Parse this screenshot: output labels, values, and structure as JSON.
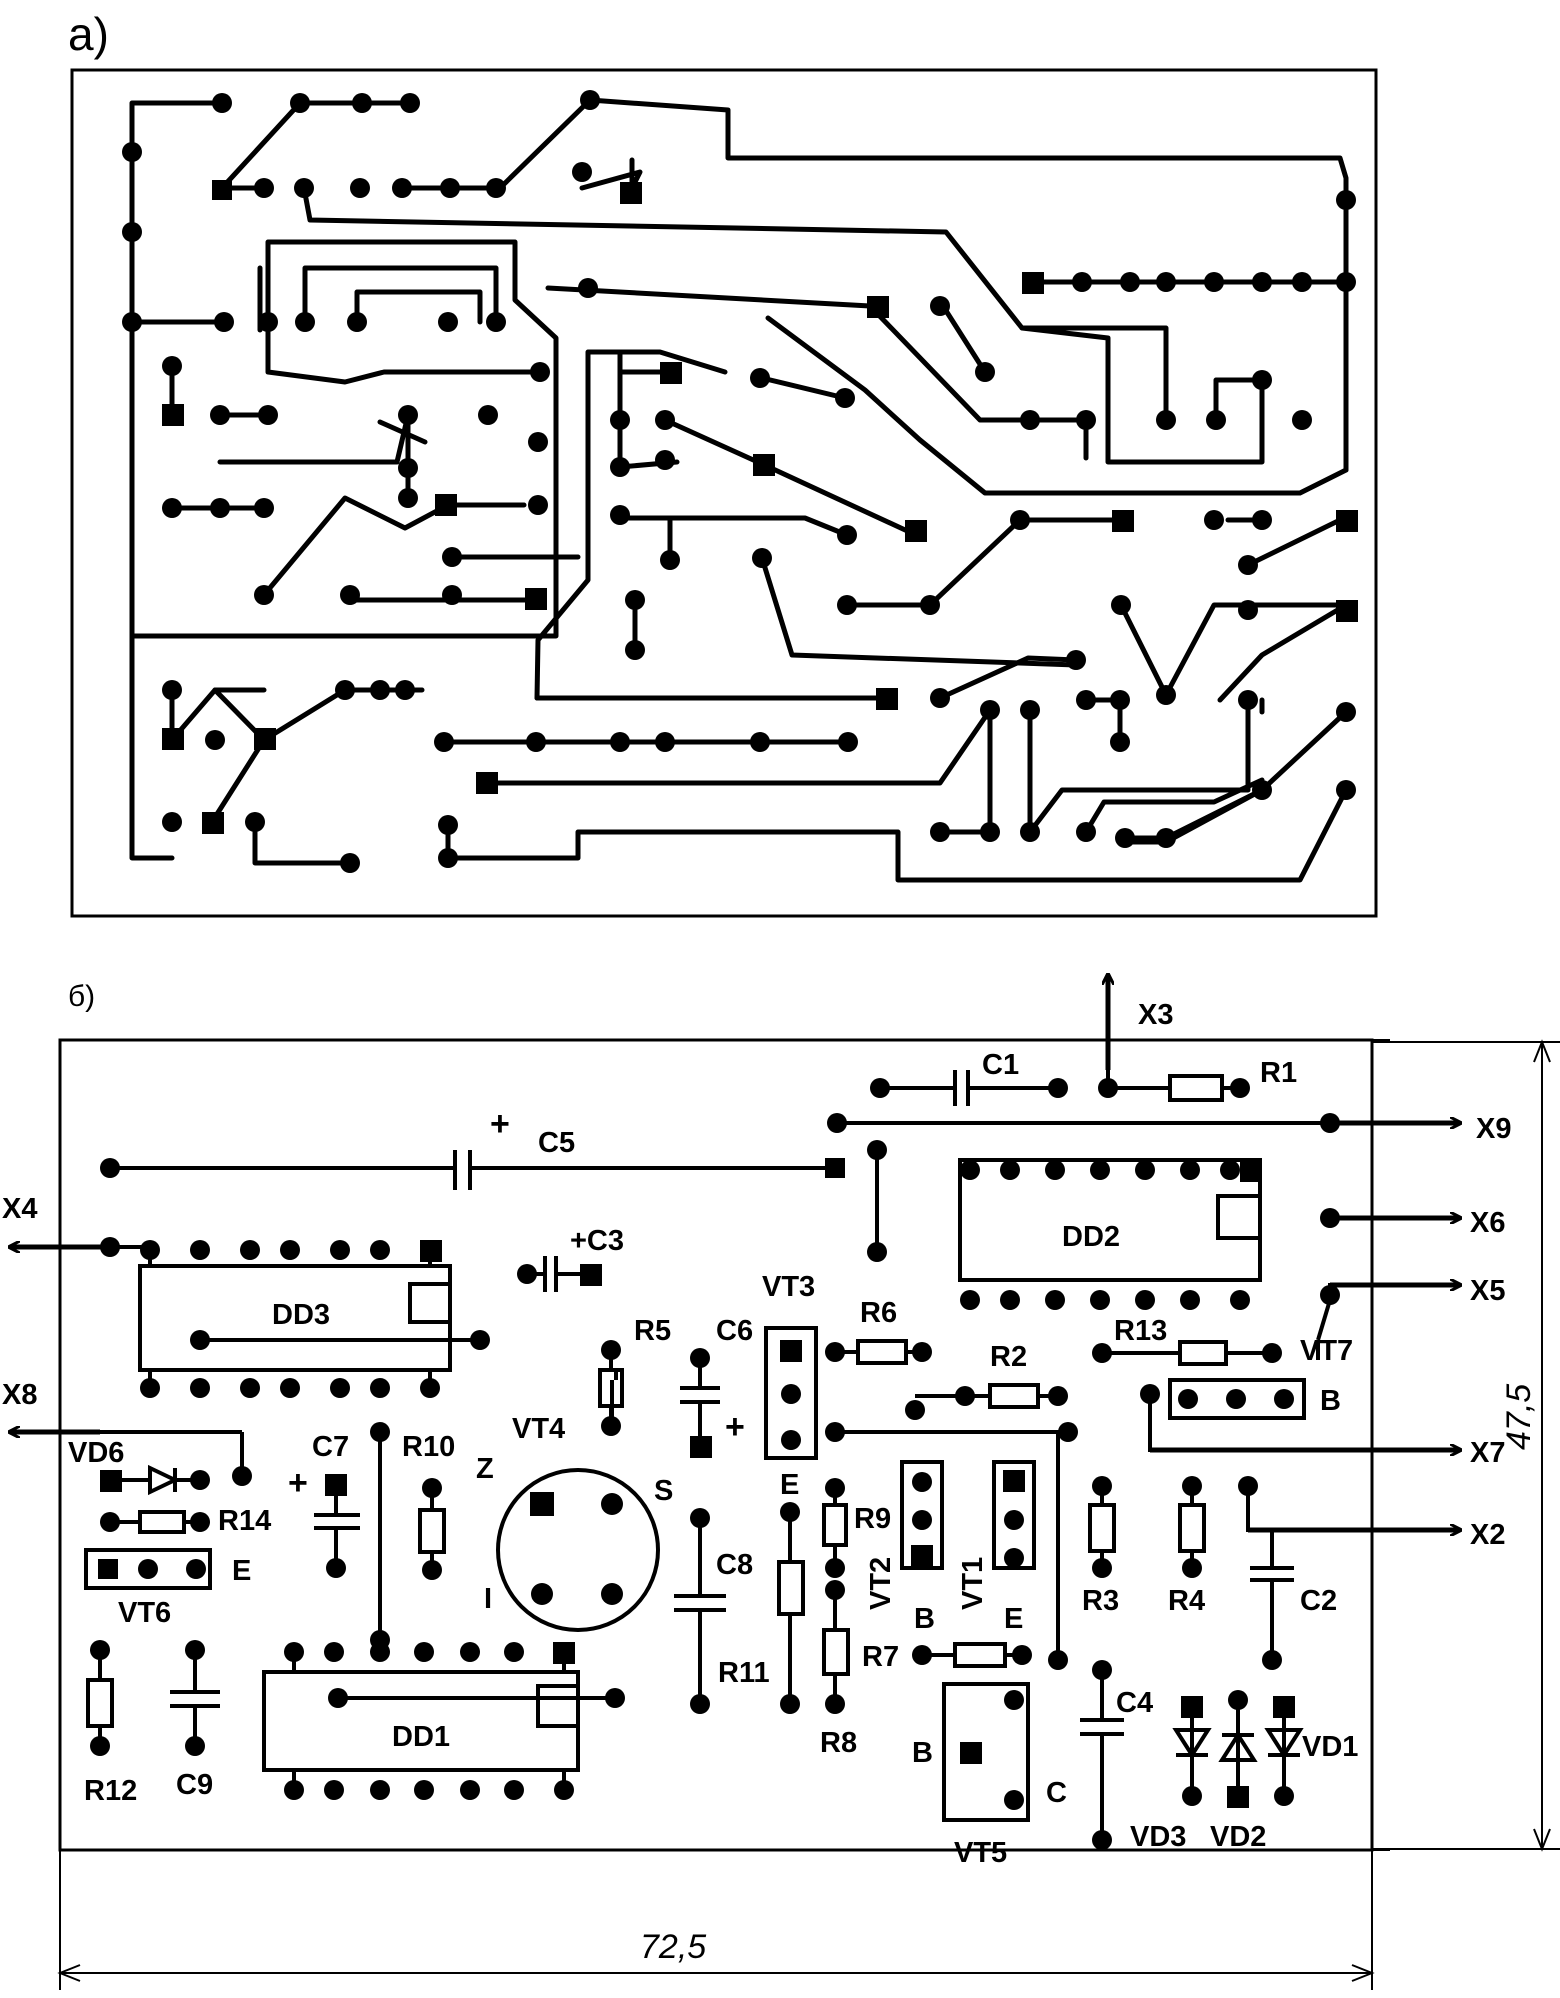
{
  "colors": {
    "ink": "#000000",
    "paper": "#ffffff"
  },
  "panel_a": {
    "label": "а)"
  },
  "panel_b": {
    "label": "б)",
    "components": {
      "C1": "C1",
      "R1": "R1",
      "C5": "C5",
      "C5_plus": "+",
      "DD2": "DD2",
      "DD3": "DD3",
      "DD1": "DD1",
      "C3": "+C3",
      "VT3": "VT3",
      "R5": "R5",
      "C6": "C6",
      "C6_plus": "+",
      "R6": "R6",
      "R2": "R2",
      "R13": "R13",
      "VT7": "VT7",
      "VT7_B": "B",
      "VD6": "VD6",
      "C7": "C7",
      "C7_plus": "+",
      "R10": "R10",
      "VT4": "VT4",
      "VT4_Z": "Z",
      "VT4_S": "S",
      "VT4_I": "I",
      "VT3_E": "E",
      "R14": "R14",
      "VT6": "VT6",
      "VT6_E": "E",
      "C8": "C8",
      "R9": "R9",
      "VT2": "VT2",
      "VT2_B": "B",
      "VT1": "VT1",
      "VT1_E": "E",
      "R3": "R3",
      "R4": "R4",
      "C2": "C2",
      "R11": "R11",
      "R7": "R7",
      "R8": "R8",
      "R12": "R12",
      "C9": "C9",
      "C4": "C4",
      "VD1": "VD1",
      "VD3": "VD3",
      "VD2": "VD2",
      "VT5": "VT5",
      "VT5_B": "B",
      "VT5_C": "C"
    },
    "connectors": {
      "X3": "X3",
      "X9": "X9",
      "X6": "X6",
      "X5": "X5",
      "X7": "X7",
      "X2": "X2",
      "X4": "X4",
      "X8": "X8"
    },
    "dimensions": {
      "width": "72,5",
      "height": "47,5"
    }
  }
}
